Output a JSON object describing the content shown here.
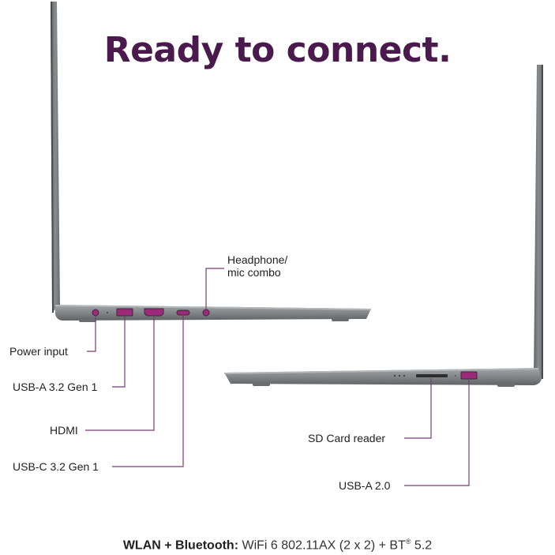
{
  "headline": "Ready to connect.",
  "left_ports": {
    "headphone": [
      "Headphone/",
      "mic combo"
    ],
    "power": "Power input",
    "usb_a_32": "USB-A 3.2 Gen 1",
    "hdmi": "HDMI",
    "usb_c_32": "USB-C 3.2 Gen 1"
  },
  "right_ports": {
    "sd_card": "SD Card reader",
    "usb_a_20": "USB-A 2.0"
  },
  "footer": {
    "label": "WLAN + Bluetooth:",
    "wifi": "WiFi 6 802.11AX (2 x 2) + BT",
    "reg_mark": "®",
    "bt_version": "5.2"
  },
  "colors": {
    "headline": "#4a1a4d",
    "leader_line": "#7a3a78",
    "port_highlight": "#9c2a7a",
    "laptop_body": "#8a8d90"
  }
}
